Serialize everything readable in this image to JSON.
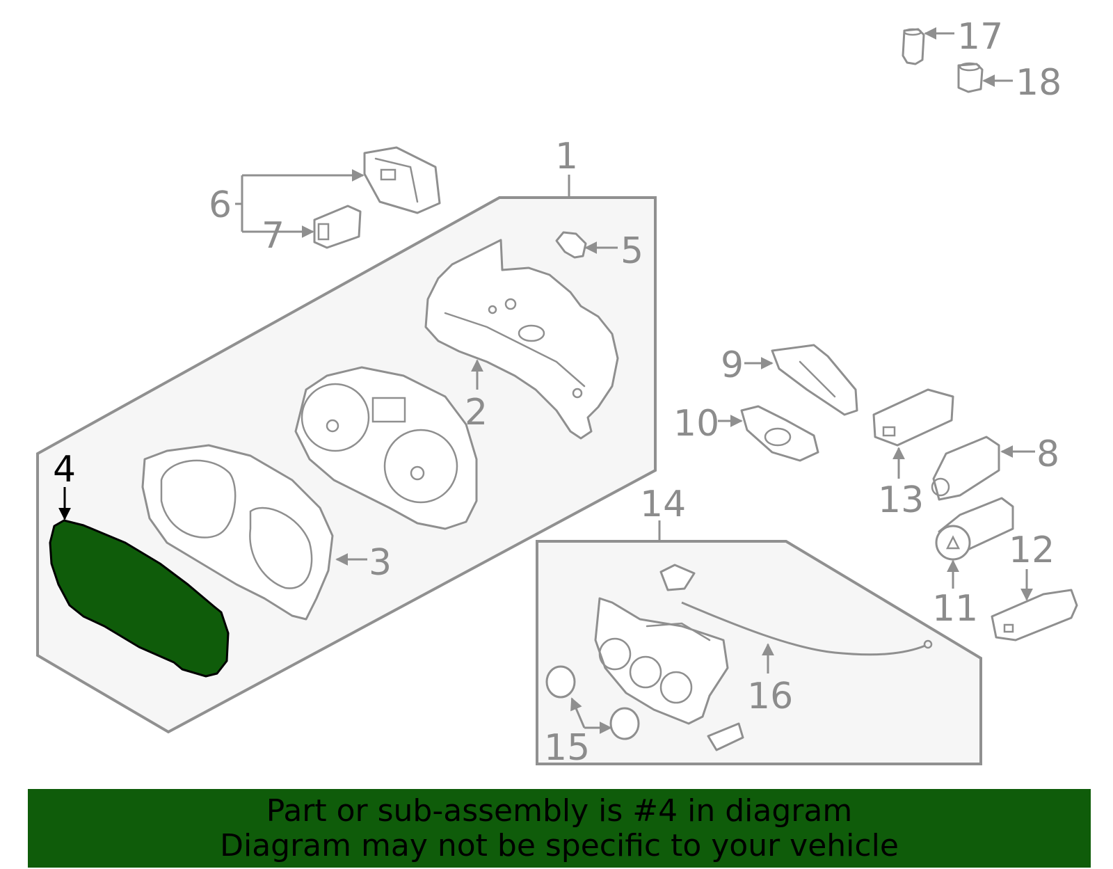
{
  "diagram": {
    "highlighted_part": "4",
    "highlight_color": "#0f5c0a",
    "label_color": "#8c8c8c",
    "labels": {
      "p1": "1",
      "p2": "2",
      "p3": "3",
      "p4": "4",
      "p5": "5",
      "p6": "6",
      "p7": "7",
      "p8": "8",
      "p9": "9",
      "p10": "10",
      "p11": "11",
      "p12": "12",
      "p13": "13",
      "p14": "14",
      "p15": "15",
      "p16": "16",
      "p17": "17",
      "p18": "18"
    }
  },
  "banner": {
    "line1": "Part or sub-assembly is #4 in diagram",
    "line2": "Diagram may not be specific to your vehicle",
    "background": "#0f5c0a"
  }
}
